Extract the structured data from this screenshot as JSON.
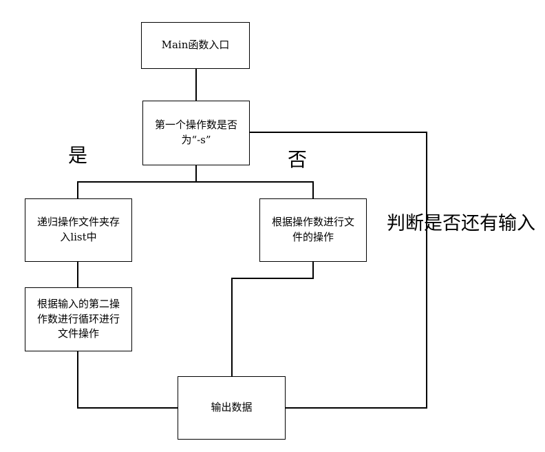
{
  "diagram": {
    "type": "flowchart",
    "colors": {
      "background": "#ffffff",
      "line": "#000000",
      "text": "#000000",
      "node_fill": "#ffffff",
      "node_border": "#000000"
    },
    "nodes": {
      "main": {
        "label": "Main函数入口"
      },
      "decision": {
        "label": "第一个操作数是否\n为“-s”"
      },
      "recurse": {
        "label": "递归操作文件夹存\n入list中"
      },
      "file_op": {
        "label": "根据操作数进行文\n件的操作"
      },
      "second_op": {
        "label": "根据输入的第二操\n作数进行循环进行\n文件操作"
      },
      "output": {
        "label": "输出数据"
      }
    },
    "edge_labels": {
      "yes": "是",
      "no": "否",
      "loop": "判断是否还有输入"
    }
  }
}
